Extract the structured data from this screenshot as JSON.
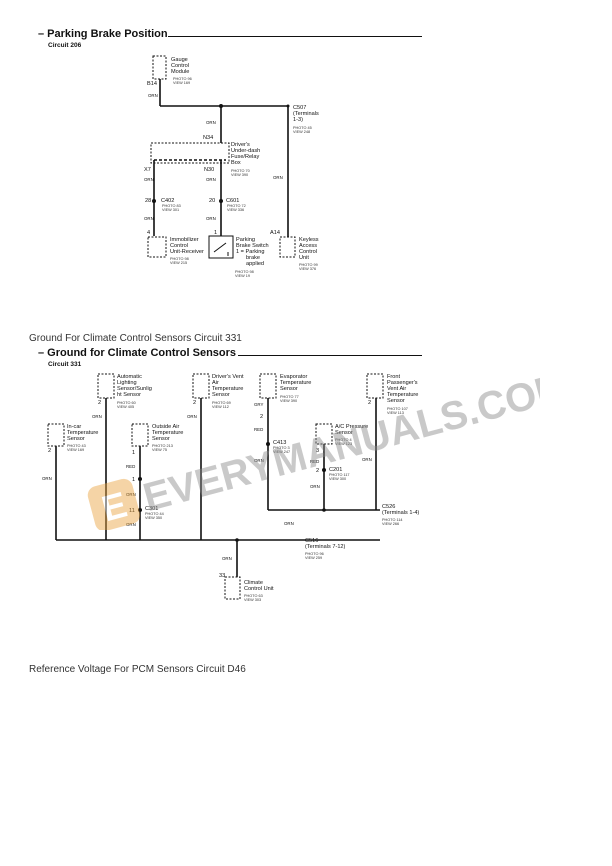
{
  "section1": {
    "title": "– Parking Brake Position",
    "circuit": "Circuit 206",
    "components": {
      "gauge": {
        "name": "Gauge\nControl\nModule",
        "ref": "PHOTO 96\nVIEW 169"
      },
      "c507": {
        "name": "C507\n(Terminals\n1-3)",
        "ref": "PHOTO 45\nVIEW 248"
      },
      "fusebox": {
        "name": "Driver's\nUnder-dash\nFuse/Relay\nBox",
        "ref": "PHOTO 70\nVIEW 390"
      },
      "c402": {
        "name": "C402",
        "ref": "PHOTO 83\nVIEW 301"
      },
      "c601": {
        "name": "C601",
        "ref": "PHOTO 72\nVIEW 336"
      },
      "immob": {
        "name": "Immobilizer\nControl\nUnit-Receiver",
        "ref": "PHOTO 98\nVIEW 215"
      },
      "pbswitch": {
        "name": "Parking\nBrake Switch\n1 = Parking\nbrake\napplied",
        "ref": "PHOTO 98\nVIEW 19"
      },
      "keyless": {
        "name": "Keyless\nAccess\nControl\nUnit",
        "ref": "PHOTO 99\nVIEW 376"
      }
    },
    "pins": {
      "b14": "B14",
      "n34": "N34",
      "x7": "X7",
      "n30": "N30",
      "p28": "28",
      "p20": "20",
      "p4": "4",
      "p1": "1",
      "a14": "A14"
    },
    "wire": "ORN"
  },
  "label_ground": "Ground For Climate Control Sensors Circuit 331",
  "section2": {
    "title": "– Ground for Climate Control Sensors",
    "circuit": "Circuit 331",
    "components": {
      "incar": {
        "name": "In-car\nTemperature\nSensor",
        "ref": "PHOTO 43\nVIEW 169"
      },
      "autolight": {
        "name": "Automatic\nLighting\nSensor/Sunlig\nht Sensor",
        "ref": "PHOTO 60\nVIEW 405"
      },
      "outside": {
        "name": "Outside Air\nTemperature\nSensor",
        "ref": "PHOTO 213\nVIEW 75"
      },
      "c301": {
        "name": "C301",
        "ref": "PHOTO 44\nVIEW 350"
      },
      "vent": {
        "name": "Driver's Vent\nAir\nTemperature\nSensor",
        "ref": "PHOTO 69\nVIEW 112"
      },
      "evap": {
        "name": "Evaporator\nTemperature\nSensor",
        "ref": "PHOTO 77\nVIEW 390"
      },
      "c413": {
        "name": "C413",
        "ref": "PHOTO 3\nVIEW 247"
      },
      "acp": {
        "name": "A/C Pressure\nSensor",
        "ref": "PHOTO 4\nVIEW 123"
      },
      "c201": {
        "name": "C201",
        "ref": "PHOTO 117\nVIEW 300"
      },
      "front": {
        "name": "Front\nPassenger's\nVent Air\nTemperature\nSensor",
        "ref": "PHOTO 107\nVIEW 113"
      },
      "c526": {
        "name": "C526\n(Terminals 1-4)",
        "ref": "PHOTO 114\nVIEW 266"
      },
      "c516": {
        "name": "C516\n(Terminals 7-12)",
        "ref": "PHOTO 96\nVIEW 259"
      },
      "ccu": {
        "name": "Climate\nControl Unit",
        "ref": "PHOTO 63\nVIEW 303"
      }
    },
    "pins": {
      "p2a": "2",
      "p2b": "2",
      "p1a": "1",
      "p1b": "1",
      "p11": "11",
      "p2c": "2",
      "p2d": "2",
      "p2e": "2",
      "p3": "3",
      "p2f": "2",
      "p2g": "2",
      "p33": "33"
    },
    "wires": {
      "orn": "ORN",
      "red": "RED",
      "gry": "GRY"
    }
  },
  "label_reference": "Reference Voltage For PCM Sensors Circuit D46",
  "watermark": "EVERYMANUALS.COM",
  "watermark_badge": "E",
  "colors": {
    "watermark": "#e9a23b",
    "ink": "#111111"
  }
}
